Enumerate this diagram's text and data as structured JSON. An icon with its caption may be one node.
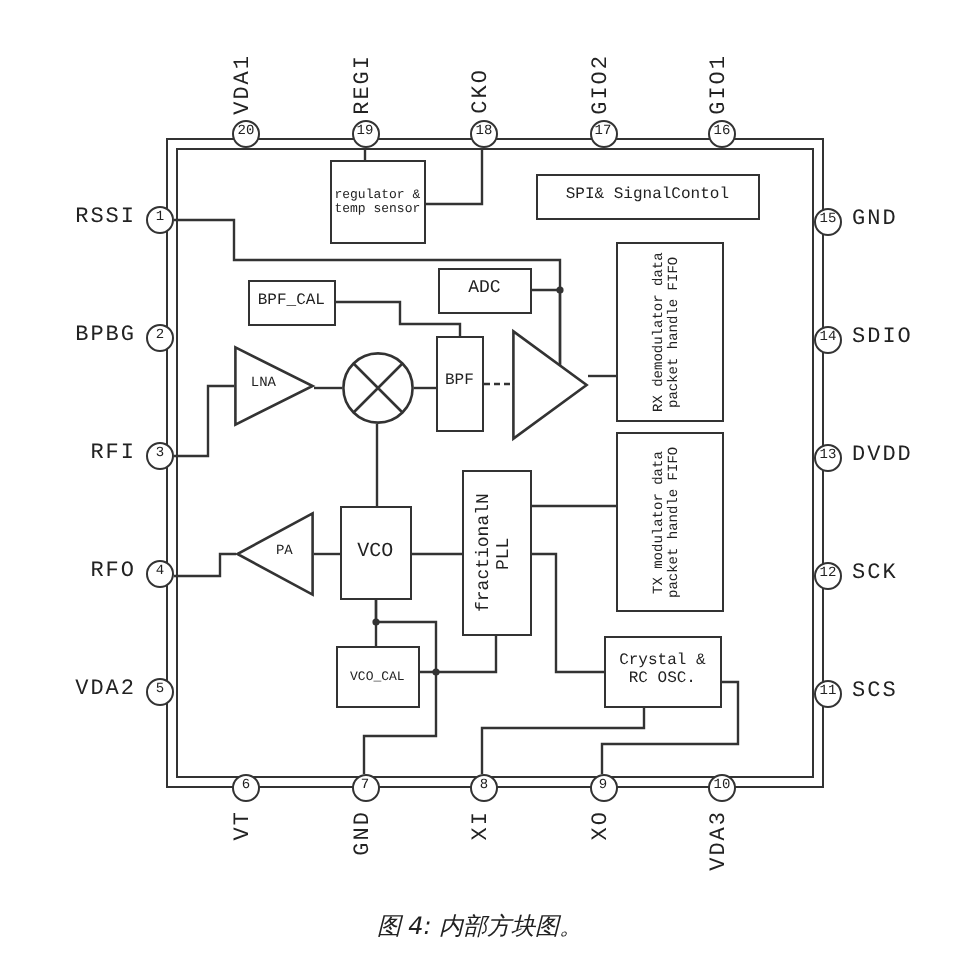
{
  "diagram": {
    "caption": "图 4: 内部方块图。",
    "nodes": [
      {
        "text": [],
        "shape": "box"
      },
      {
        "text": [
          "1"
        ],
        "beside": [
          "RSSI"
        ]
      },
      {
        "text": [
          "2"
        ],
        "beside": [
          "BPBG"
        ]
      },
      {
        "text": [
          "3"
        ],
        "beside": [
          "RFI"
        ]
      },
      {
        "text": [
          "4"
        ],
        "beside": [
          "RFO"
        ]
      },
      {
        "text": [
          "5"
        ],
        "beside": [
          "VDA2"
        ]
      },
      {
        "text": [
          "6"
        ],
        "beside": [
          "VT"
        ]
      },
      {
        "text": [
          "7"
        ],
        "beside": [
          "GND"
        ]
      },
      {
        "text": [
          "8"
        ],
        "beside": [
          "XI"
        ]
      },
      {
        "text": [
          "9"
        ],
        "beside": [
          "XO"
        ]
      },
      {
        "text": [
          "10"
        ],
        "beside": [
          "VDA3"
        ]
      },
      {
        "text": [
          "11"
        ],
        "beside": [
          "SCS"
        ]
      },
      {
        "text": [
          "12"
        ],
        "beside": [
          "SCK"
        ]
      },
      {
        "text": [
          "13"
        ],
        "beside": [
          "DVDD"
        ]
      },
      {
        "text": [
          "14"
        ],
        "beside": [
          "SDIO"
        ]
      },
      {
        "text": [
          "15"
        ],
        "beside": [
          "GND"
        ]
      },
      {
        "text": [
          "16"
        ],
        "beside": [
          "GIO1"
        ]
      },
      {
        "text": [
          "17"
        ],
        "beside": [
          "GIO2"
        ]
      },
      {
        "text": [
          "18"
        ],
        "beside": [
          "CKO"
        ]
      },
      {
        "text": [
          "19"
        ],
        "beside": [
          "REGI"
        ]
      },
      {
        "text": [
          "20"
        ],
        "beside": [
          "VDA1"
        ]
      },
      {
        "text": [
          "regulator & temp sensor"
        ],
        "in": 0
      },
      {
        "text": [
          "SPI& SignalContol"
        ],
        "in": 0
      },
      {
        "text": [
          "ADC"
        ],
        "in": 0
      },
      {
        "text": [
          "BPF_CAL"
        ],
        "in": 0
      },
      {
        "text": [
          "RX demodulator data packet handle FIFO"
        ],
        "in": 0
      },
      {
        "text": [
          "LNA"
        ],
        "in": 0
      },
      {
        "text": [],
        "shape": "circle",
        "in": 0
      },
      {
        "text": [
          "BPF"
        ],
        "in": 0
      },
      {
        "text": [],
        "shape": "triangle",
        "in": 0
      },
      {
        "text": [
          "PA"
        ],
        "in": 0
      },
      {
        "text": [
          "VCO"
        ],
        "in": 0
      },
      {
        "text": [
          "fractionalN PLL"
        ],
        "in": 0
      },
      {
        "text": [
          "TX modulator data packet handle FIFO"
        ],
        "in": 0
      },
      {
        "text": [
          "VCO_CAL"
        ],
        "in": 0
      },
      {
        "text": [
          "Crystal & RC OSC."
        ],
        "in": 0
      }
    ],
    "edges": [
      {
        "from": 1,
        "to": 29,
        "arrow": "none"
      },
      {
        "from": 23,
        "to": 29,
        "arrow": "none"
      },
      {
        "from": 24,
        "to": 28,
        "arrow": "none"
      },
      {
        "from": 3,
        "to": 26,
        "arrow": "none"
      },
      {
        "from": 26,
        "to": 27,
        "arrow": "none"
      },
      {
        "from": 27,
        "to": 28,
        "arrow": "none"
      },
      {
        "from": 28,
        "to": 29,
        "arrow": "none",
        "style": "dashed"
      },
      {
        "from": 29,
        "to": 25,
        "arrow": "none"
      },
      {
        "from": 27,
        "to": 31,
        "arrow": "none"
      },
      {
        "from": 30,
        "to": 31,
        "arrow": "none"
      },
      {
        "from": 4,
        "to": 30,
        "arrow": "none"
      },
      {
        "from": 31,
        "to": 32,
        "arrow": "none"
      },
      {
        "from": 32,
        "to": 33,
        "arrow": "none"
      },
      {
        "from": 31,
        "to": 34,
        "arrow": "none"
      },
      {
        "from": 31,
        "to": 7,
        "arrow": "none"
      },
      {
        "from": 32,
        "to": 34,
        "arrow": "none"
      },
      {
        "from": 32,
        "to": 35,
        "arrow": "none"
      },
      {
        "from": 35,
        "to": 8,
        "arrow": "none"
      },
      {
        "from": 35,
        "to": 9,
        "arrow": "none"
      },
      {
        "from": 19,
        "to": 21,
        "arrow": "none"
      },
      {
        "from": 18,
        "to": 21,
        "arrow": "none"
      }
    ]
  }
}
